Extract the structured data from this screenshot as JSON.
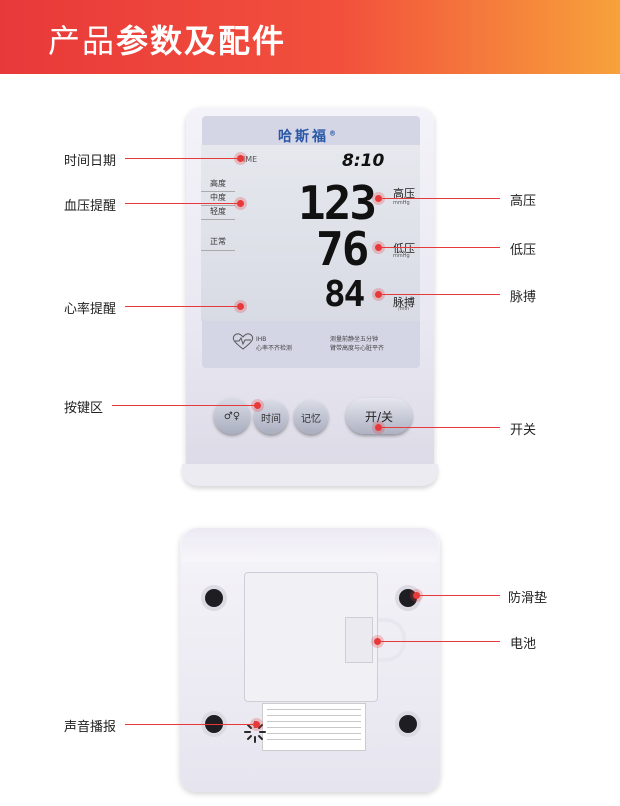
{
  "banner": {
    "title_light": "产品",
    "title_bold": "参数及配件",
    "colors": {
      "start": "#e8393a",
      "end": "#f7a23b"
    }
  },
  "device_front": {
    "brand": "哈斯福",
    "brand_mark": "®",
    "time_label": "TIME",
    "clock": "8:10",
    "pressure_levels": [
      "高度",
      "中度",
      "轻度",
      "正常"
    ],
    "systolic": "123",
    "diastolic": "76",
    "pulse": "84",
    "systolic_unit": "高压",
    "diastolic_unit": "低压",
    "pulse_unit": "脉搏",
    "mmhg": "mmHg",
    "per_min": "/min",
    "ihb_label": "IHB",
    "ihb_desc": "心率不齐检测",
    "note_line1": "测量前静坐五分钟",
    "note_line2": "臂带高度与心脏平齐",
    "buttons": {
      "user": "♂♀",
      "time": "时间",
      "memory": "记忆",
      "power": "开/关"
    }
  },
  "callouts_left": {
    "time_date": "时间日期",
    "bp_alert": "血压提醒",
    "hr_alert": "心率提醒",
    "buttons": "按键区",
    "speaker": "声音播报"
  },
  "callouts_right": {
    "systolic": "高压",
    "diastolic": "低压",
    "pulse": "脉搏",
    "power": "开关",
    "antislip": "防滑垫",
    "battery": "电池"
  },
  "accent_color": "#e8393a"
}
